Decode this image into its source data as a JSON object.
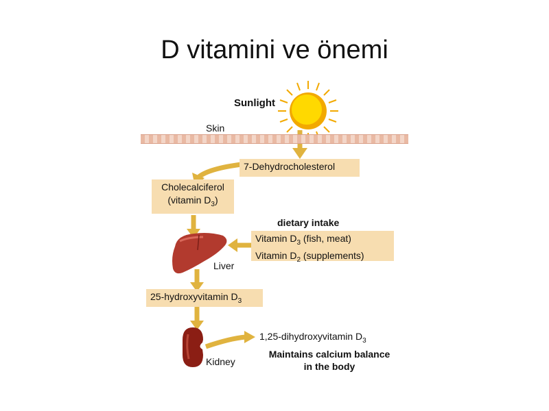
{
  "title": "D vitamini ve önemi",
  "diagram": {
    "sunlight": "Sunlight",
    "skin": "Skin",
    "dehydro": "7-Dehydrocholesterol",
    "chole_line1": "Cholecalciferol",
    "chole_line2": "(vitamin D",
    "chole_sub": "3",
    "chole_end": ")",
    "dietary_title": "dietary intake",
    "diet1_pre": "Vitamin D",
    "diet1_sub": "3",
    "diet1_post": " (fish, meat)",
    "diet2_pre": "Vitamin D",
    "diet2_sub": "2",
    "diet2_post": " (supplements)",
    "liver": "Liver",
    "hydroxy_pre": "25-hydroxyvitamin D",
    "hydroxy_sub": "3",
    "kidney": "Kidney",
    "dihydroxy_pre": "1,25-dihydroxyvitamin D",
    "dihydroxy_sub": "3",
    "maintains1": "Maintains calcium balance",
    "maintains2": "in the body"
  },
  "colors": {
    "arrow": "#e0b33f",
    "box": "#f7ddb0",
    "sun": "#f7c600",
    "liver": "#b23a2e",
    "kidney": "#8b1e14"
  }
}
